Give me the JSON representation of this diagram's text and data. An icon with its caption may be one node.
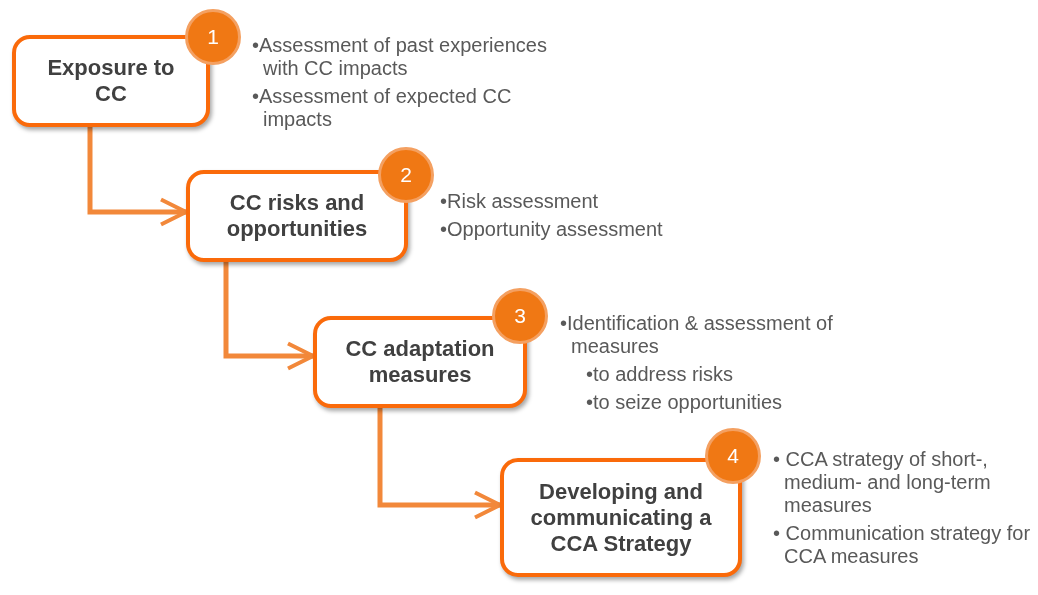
{
  "diagram": {
    "nodes": [
      {
        "text": [
          "Exposure to CC"
        ],
        "beside": [
          "•Assessment of past experiences with CC impacts",
          "•Assessment of expected CC impacts"
        ]
      },
      {
        "text": [
          "1"
        ]
      },
      {
        "text": [
          "CC risks and opportunities"
        ],
        "beside": [
          "•Risk assessment",
          "•Opportunity assessment"
        ]
      },
      {
        "text": [
          "2"
        ]
      },
      {
        "text": [
          "CC adaptation measures"
        ],
        "beside": [
          "•Identification & assessment of measures",
          "•to address risks",
          "•to seize opportunities"
        ]
      },
      {
        "text": [
          "3"
        ]
      },
      {
        "text": [
          "Developing and communicating a CCA Strategy"
        ],
        "beside": [
          "• CCA strategy of short-, medium- and long-term measures",
          "• Communication strategy for CCA measures"
        ]
      },
      {
        "text": [
          "4"
        ]
      }
    ],
    "edges": [
      {
        "from": 0,
        "to": 2,
        "arrow": "to"
      },
      {
        "from": 2,
        "to": 4,
        "arrow": "to"
      },
      {
        "from": 4,
        "to": 6,
        "arrow": "to"
      }
    ]
  }
}
